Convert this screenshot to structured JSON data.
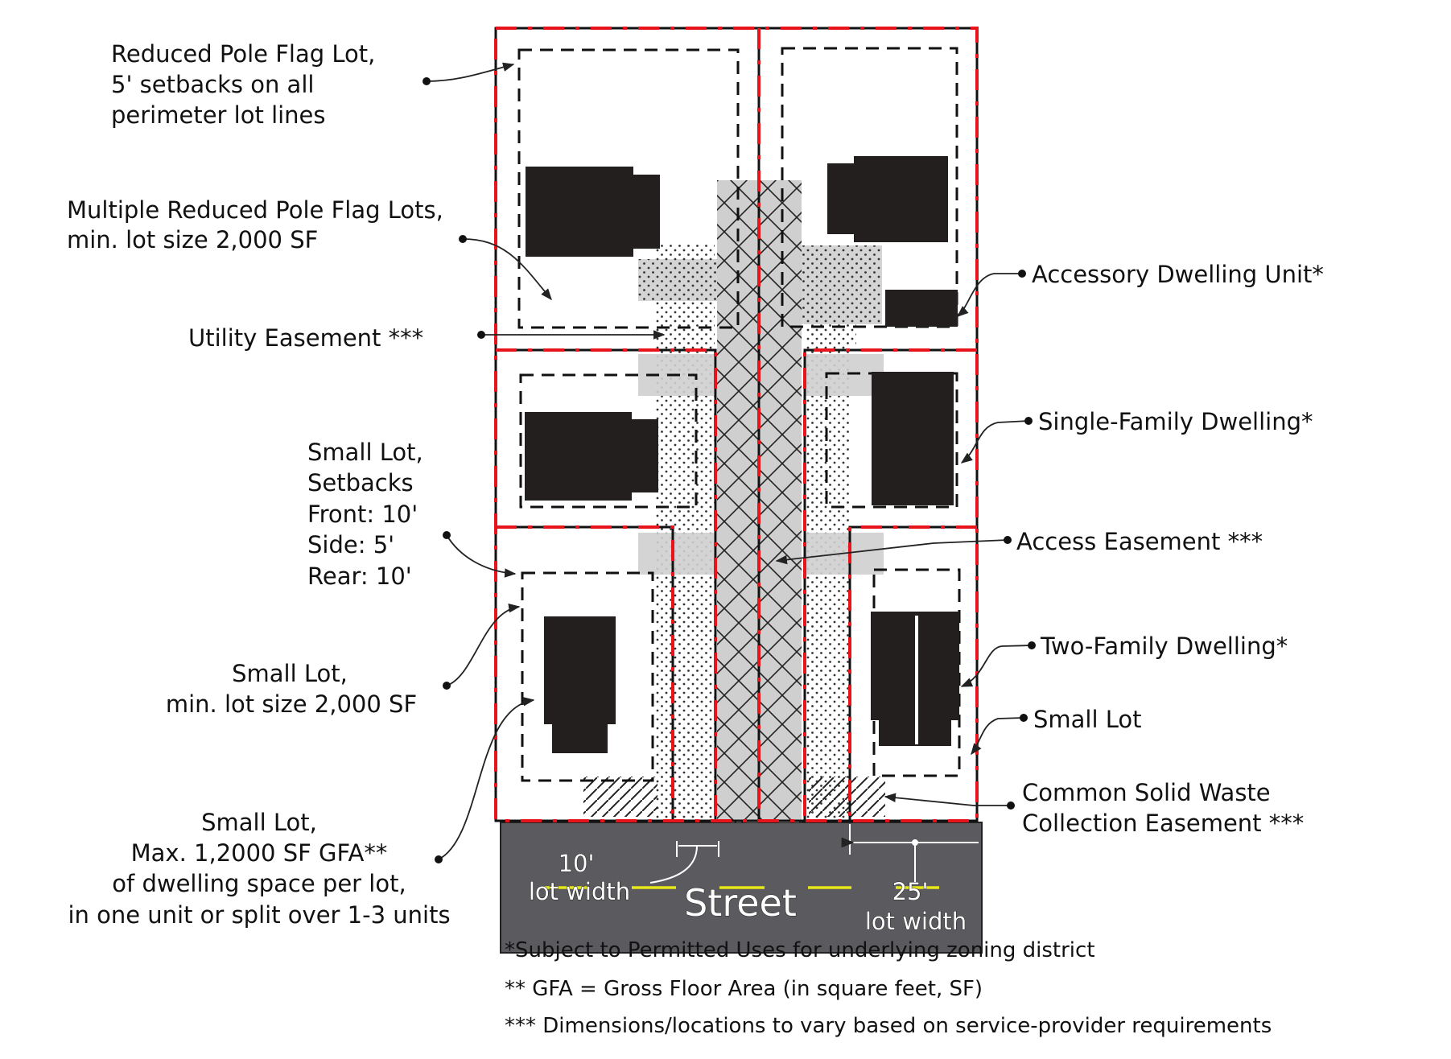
{
  "colors": {
    "lot_line_red": "#e8141b",
    "lot_line_black": "#111111",
    "building": "#241f1f",
    "easement_gray": "#cfcfcf",
    "street": "#5b5a5e",
    "center_line_yellow": "#e6e619"
  },
  "labels": {
    "reduced_pole_flag_lot": [
      "Reduced Pole Flag Lot,",
      "5' setbacks on all",
      "perimeter lot lines"
    ],
    "multiple_pole_flag_lots": [
      "Multiple Reduced Pole Flag Lots,",
      "min. lot size 2,000 SF"
    ],
    "utility_easement": "Utility Easement ***",
    "small_lot_setbacks": [
      "Small Lot,",
      "Setbacks",
      "Front: 10'",
      "Side: 5'",
      "Rear: 10'"
    ],
    "small_lot_min_size": [
      "Small Lot,",
      "min. lot size 2,000 SF"
    ],
    "small_lot_max_gfa": [
      "Small Lot,",
      "Max. 1,2000 SF GFA**",
      "of dwelling space per lot,",
      "in one unit or split over 1-3 units"
    ],
    "accessory_dwelling_unit": "Accessory Dwelling Unit*",
    "single_family_dwelling": "Single-Family Dwelling*",
    "access_easement": "Access Easement ***",
    "two_family_dwelling": "Two-Family Dwelling*",
    "small_lot": "Small Lot",
    "solid_waste_easement": [
      "Common Solid Waste",
      "Collection Easement ***"
    ]
  },
  "street": {
    "name": "Street",
    "left_dimension": "10'",
    "left_dimension_label": "lot width",
    "right_dimension": "25'",
    "right_dimension_label": "lot width"
  },
  "footnotes": [
    "*Subject to Permitted Uses for underlying zoning district",
    "** GFA = Gross Floor Area (in square feet, SF)",
    "*** Dimensions/locations to vary based on service-provider requirements"
  ]
}
